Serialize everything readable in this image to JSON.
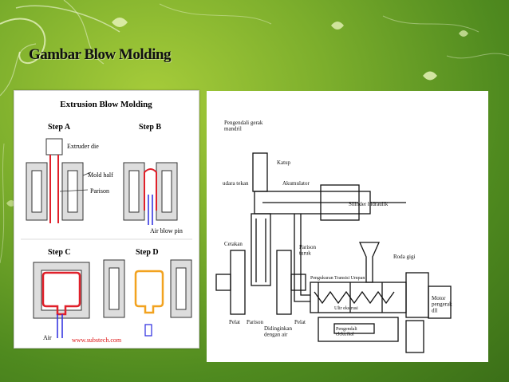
{
  "slide": {
    "title": "Gambar Blow Molding",
    "background_color": "#7cae2c"
  },
  "left_diagram": {
    "heading": "Extrusion Blow Molding",
    "step_a": "Step A",
    "step_b": "Step B",
    "step_c": "Step C",
    "step_d": "Step D",
    "label_extruder_die": "Extruder die",
    "label_mold_half": "Mold half",
    "label_parison": "Parison",
    "label_air_blow_pin": "Air blow pin",
    "label_air": "Air",
    "credit": "www.substech.com",
    "colors": {
      "parison_red": "#e0202a",
      "pin_blue": "#2a2adf",
      "product_orange": "#f2a21f",
      "credit_red": "#d11"
    }
  },
  "right_diagram": {
    "labels": {
      "pengendali_gerak_mandril": "Pengendali gerak\nmandril",
      "katup": "Katup",
      "udara_tekan": "udara tekan",
      "akumulator": "Akumulator",
      "silinder_hidraulik": "Silinder hidraulik",
      "cetakan": "Cetakan",
      "parison": "Parison\nturuk",
      "roda_gigi": "Roda gigi",
      "pemanas": "Pengukuran  Transisi  Umpan",
      "ulir": "Ulir ekstrusi",
      "motor": "Motor\npengerak\ndll",
      "pelat": "Pelat",
      "parison_bottom": "Parison",
      "didinginkan": "Didinginkan\ndengan air",
      "pelat2": "Pelat",
      "pengendali_elektrikal": "Pengendali\nelektrikal"
    }
  }
}
